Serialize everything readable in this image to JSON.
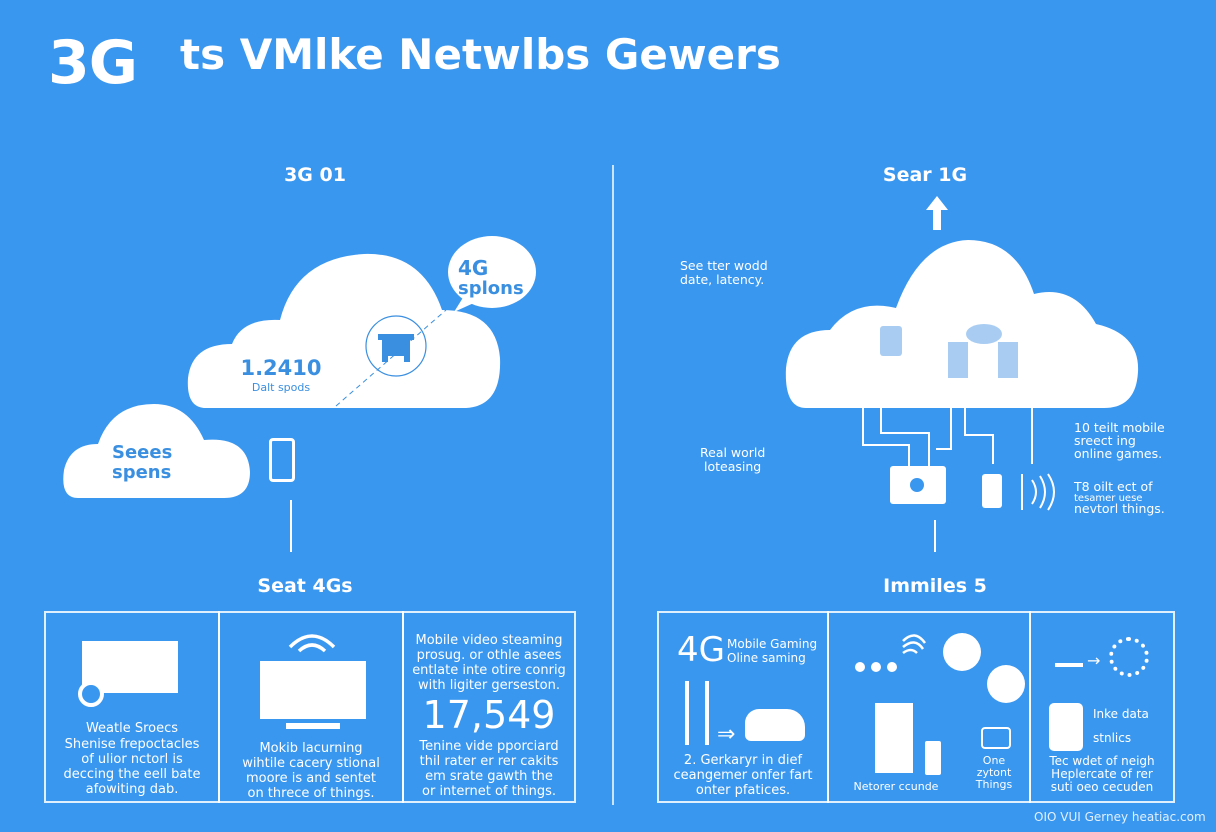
{
  "header": {
    "badge": "3G",
    "title": "ts VMlke Netwlbs Gewers"
  },
  "left": {
    "section_title": "3G 01",
    "bubble": {
      "line1": "4G",
      "line2": "splons"
    },
    "big_cloud": {
      "value": "1.2410",
      "caption": "Dalt spods"
    },
    "small_cloud": {
      "line1": "Seees",
      "line2": "spens"
    },
    "bottom_title": "Seat 4Gs",
    "cards": [
      {
        "heading": "Weatle Sroecs",
        "lines": [
          "Shenise frepoctacles",
          "of ulior nctorl is",
          "deccing the eell bate",
          "afowiting dab."
        ]
      },
      {
        "lines": [
          "Mokib lacurning",
          "wihtile cacery stional",
          "moore is and sentet",
          "on threce of things."
        ]
      },
      {
        "top_lines": [
          "Mobile video steaming",
          "prosug. or othle asees",
          "entlate inte otire conrig",
          "with ligiter gerseston."
        ],
        "stat": "17,549",
        "lines": [
          "Tenine vide pporciard",
          "thil rater er rer cakits",
          "em srate gawth the",
          "or internet of things."
        ]
      }
    ]
  },
  "right": {
    "section_title": "Sear 1G",
    "note_top_left": [
      "See tter wodd",
      "date, latency."
    ],
    "note_mid_left": [
      "Real world",
      "loteasing"
    ],
    "note_right_1": [
      "10 teilt mobile",
      "sreect ing",
      "online games."
    ],
    "note_right_2": [
      "T8 oilt ect of",
      "tesamer uese",
      "nevtorl things."
    ],
    "bottom_title": "Immiles 5",
    "cards": [
      {
        "big": "4G",
        "sub1": "Mobile Gaming",
        "sub2": "Oline saming",
        "lines": [
          "2. Gerkaryr in dief",
          "ceangemer onfer fart",
          "onter pfatices."
        ]
      },
      {
        "caption_left": "Netorer ccunde",
        "caption_right": [
          "One",
          "zytont",
          "Things"
        ]
      },
      {
        "label1": "Inke data",
        "label2": "stnlics",
        "lines": [
          "Tec wdet of neigh",
          "Heplercate of rer",
          "suti oeo cecuden"
        ]
      }
    ],
    "footer": "OIO VUI Gerney heatiac.com"
  },
  "colors": {
    "background": "#3a97f0",
    "accent_text": "#3a8fe0",
    "white": "#ffffff"
  }
}
